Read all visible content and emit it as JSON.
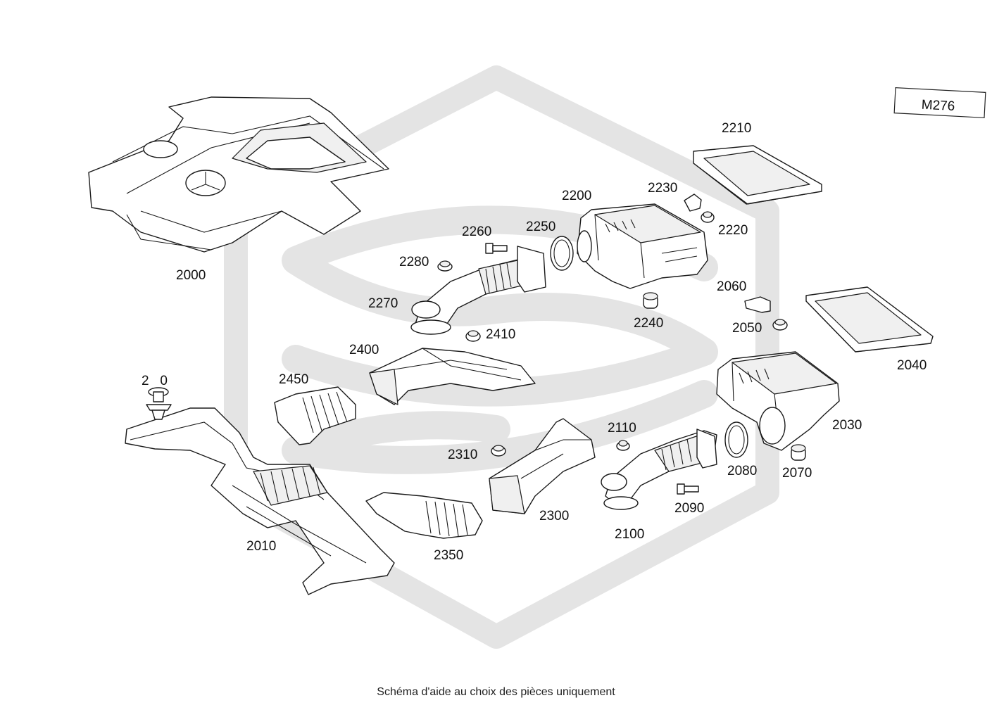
{
  "engine_code": "M276",
  "caption": "Schéma d'aide au choix des pièces uniquement",
  "watermark_icon": "hexagon-logo-watermark",
  "parts": [
    {
      "id": "2000",
      "label": "2000",
      "icon": "engine-cover-icon"
    },
    {
      "id": "2010",
      "label": "2010",
      "icon": "lower-air-duct-icon"
    },
    {
      "id": "2020",
      "label": "2   0",
      "icon": "push-rivet-clip-icon"
    },
    {
      "id": "2030",
      "label": "2030",
      "icon": "air-filter-housing-icon"
    },
    {
      "id": "2040",
      "label": "2040",
      "icon": "air-filter-element-icon"
    },
    {
      "id": "2050",
      "label": "2050",
      "icon": "rubber-grommet-icon"
    },
    {
      "id": "2060",
      "label": "2060",
      "icon": "sensor-icon"
    },
    {
      "id": "2070",
      "label": "2070",
      "icon": "rubber-mount-icon"
    },
    {
      "id": "2080",
      "label": "2080",
      "icon": "seal-ring-icon"
    },
    {
      "id": "2090",
      "label": "2090",
      "icon": "bolt-icon"
    },
    {
      "id": "2100",
      "label": "2100",
      "icon": "intake-pipe-icon"
    },
    {
      "id": "2110",
      "label": "2110",
      "icon": "rubber-grommet-icon"
    },
    {
      "id": "2200",
      "label": "2200",
      "icon": "air-filter-housing-icon"
    },
    {
      "id": "2210",
      "label": "2210",
      "icon": "air-filter-element-icon"
    },
    {
      "id": "2220",
      "label": "2220",
      "icon": "rubber-grommet-icon"
    },
    {
      "id": "2230",
      "label": "2230",
      "icon": "sensor-icon"
    },
    {
      "id": "2240",
      "label": "2240",
      "icon": "rubber-mount-icon"
    },
    {
      "id": "2250",
      "label": "2250",
      "icon": "seal-ring-icon"
    },
    {
      "id": "2260",
      "label": "2260",
      "icon": "bolt-icon"
    },
    {
      "id": "2270",
      "label": "2270",
      "icon": "intake-pipe-icon"
    },
    {
      "id": "2280",
      "label": "2280",
      "icon": "rubber-grommet-icon"
    },
    {
      "id": "2300",
      "label": "2300",
      "icon": "air-intake-scoop-icon"
    },
    {
      "id": "2310",
      "label": "2310",
      "icon": "rubber-grommet-icon"
    },
    {
      "id": "2350",
      "label": "2350",
      "icon": "bellows-duct-icon"
    },
    {
      "id": "2400",
      "label": "2400",
      "icon": "air-intake-scoop-icon"
    },
    {
      "id": "2410",
      "label": "2410",
      "icon": "rubber-grommet-icon"
    },
    {
      "id": "2450",
      "label": "2450",
      "icon": "bellows-duct-icon"
    }
  ]
}
